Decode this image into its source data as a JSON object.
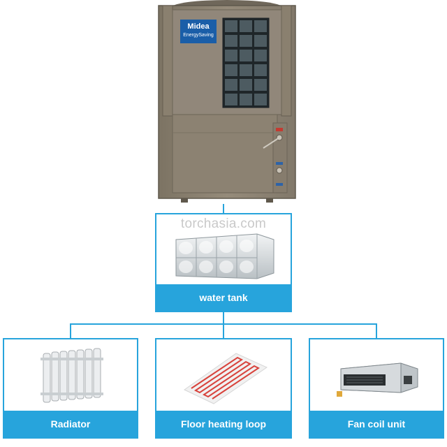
{
  "unit": {
    "brand": "Midea",
    "sub_brand": "EnergySaving"
  },
  "watermark": "torchasia.com",
  "tank": {
    "label": "water tank"
  },
  "terminals": [
    {
      "label": "Radiator"
    },
    {
      "label": "Floor heating loop"
    },
    {
      "label": "Fan coil unit"
    }
  ],
  "colors": {
    "accent": "#27a4dc",
    "unit_body": "#8f8575",
    "badge": "#1a5ea8"
  }
}
